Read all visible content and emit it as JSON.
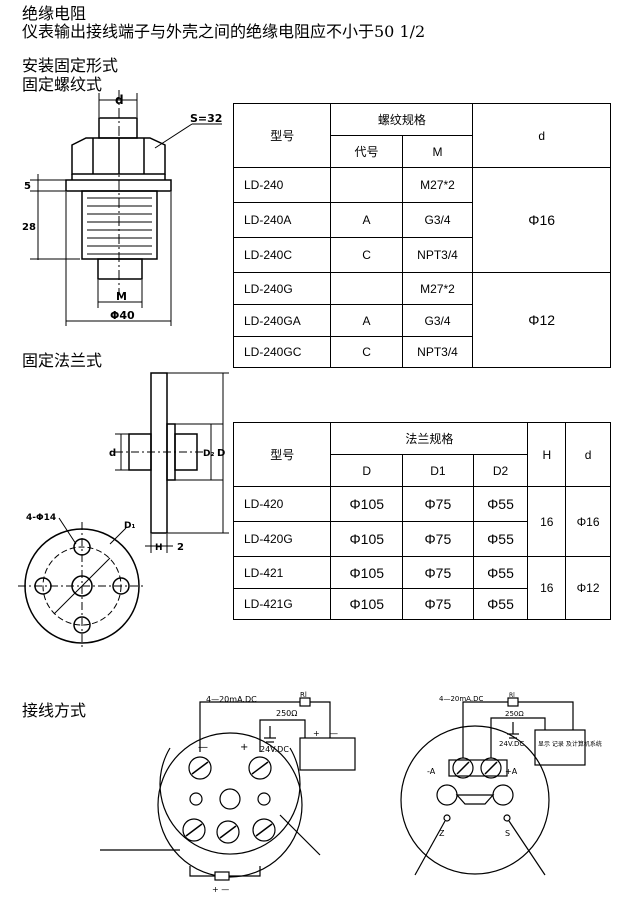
{
  "header": {
    "title": "绝缘电阻",
    "description": "仪表输出接线端子与外壳之间的绝缘电阻应不小于50 1/2",
    "install_title": "安装固定形式",
    "thread_title": "固定螺纹式",
    "flange_title": "固定法兰式",
    "wiring_title": "接线方式"
  },
  "thread_drawing": {
    "d_label": "d",
    "s_label": "S=32",
    "dim_5": "5",
    "dim_28": "28",
    "m_label": "M",
    "phi40_label": "Φ40"
  },
  "thread_table": {
    "h_model": "型号",
    "h_spec": "螺纹规格",
    "h_code": "代号",
    "h_m": "M",
    "h_d": "d",
    "rows": [
      {
        "model": "LD-240",
        "code": "",
        "m": "M27*2"
      },
      {
        "model": "LD-240A",
        "code": "A",
        "m": "G3/4"
      },
      {
        "model": "LD-240C",
        "code": "C",
        "m": "NPT3/4"
      },
      {
        "model": "LD-240G",
        "code": "",
        "m": "M27*2"
      },
      {
        "model": "LD-240GA",
        "code": "A",
        "m": "G3/4"
      },
      {
        "model": "LD-240GC",
        "code": "C",
        "m": "NPT3/4"
      }
    ],
    "d_group1": "Φ16",
    "d_group2": "Φ12"
  },
  "flange_drawing": {
    "d_label": "d",
    "d2_label": "D₂",
    "D_label": "D",
    "holes_label": "4-Φ14",
    "d1_label": "D₁",
    "h_label": "H",
    "dim_2": "2"
  },
  "flange_table": {
    "h_model": "型号",
    "h_spec": "法兰规格",
    "h_D": "D",
    "h_D1": "D1",
    "h_D2": "D2",
    "h_H": "H",
    "h_d": "d",
    "rows": [
      {
        "model": "LD-420",
        "D": "Φ105",
        "D1": "Φ75",
        "D2": "Φ55"
      },
      {
        "model": "LD-420G",
        "D": "Φ105",
        "D1": "Φ75",
        "D2": "Φ55"
      },
      {
        "model": "LD-421",
        "D": "Φ105",
        "D1": "Φ75",
        "D2": "Φ55"
      },
      {
        "model": "LD-421G",
        "D": "Φ105",
        "D1": "Φ75",
        "D2": "Φ55"
      }
    ],
    "H_group1": "16",
    "d_group1": "Φ16",
    "H_group2": "16",
    "d_group2": "Φ12"
  },
  "wiring_left": {
    "current_label": "4—20mA.DC",
    "rl_label": "Rl",
    "ohm_label": "250Ω",
    "voltage_label": "24V.DC",
    "minus_label": "—",
    "plus_label": "+",
    "plus_sign": "+",
    "minus_sign": "—",
    "bottom_label": "+ —"
  },
  "wiring_right": {
    "current_label": "4—20mA.DC",
    "rl_label": "Rl",
    "ohm_label": "250Ω",
    "voltage_label": "24V.DC",
    "recorder_label": "显示 记录\n及计算机系统",
    "minus_a": "-A",
    "plus_a": "+A",
    "z_label": "Z",
    "s_label": "S"
  }
}
